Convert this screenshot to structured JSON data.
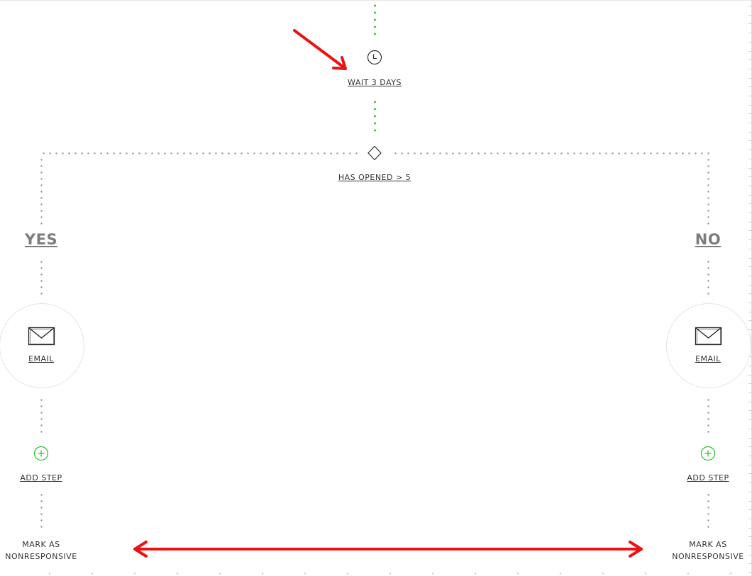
{
  "workflow": {
    "wait_step": {
      "label": "WAIT 3 DAYS",
      "icon": "clock-icon"
    },
    "condition_step": {
      "label": "HAS OPENED > 5",
      "icon": "diamond-icon"
    },
    "branches": {
      "yes": {
        "label": "YES",
        "email_step": {
          "label": "EMAIL",
          "icon": "envelope-icon"
        },
        "add_step": {
          "label": "ADD STEP",
          "icon": "plus-circle-icon"
        },
        "end_step": {
          "line1": "MARK AS",
          "line2": "NONRESPONSIVE"
        }
      },
      "no": {
        "label": "NO",
        "email_step": {
          "label": "EMAIL",
          "icon": "envelope-icon"
        },
        "add_step": {
          "label": "ADD STEP",
          "icon": "plus-circle-icon"
        },
        "end_step": {
          "line1": "MARK AS",
          "line2": "NONRESPONSIVE"
        }
      }
    }
  },
  "colors": {
    "active_connector": "#2ec12e",
    "inactive_connector": "#9a9a9a",
    "annotation": "#ee1111"
  },
  "annotations": {
    "arrow_pointer": "red-arrow-to-wait-step",
    "double_arrow": "red-double-arrow-between-end-steps"
  }
}
